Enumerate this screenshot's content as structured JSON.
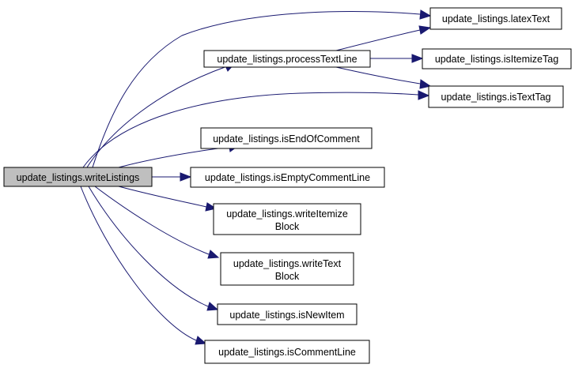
{
  "colors": {
    "edge": "#191970",
    "root_fill": "#bfbfbf",
    "node_fill": "#ffffff",
    "node_border": "#000000"
  },
  "nodes": {
    "writeListings": [
      "update_listings.writeListings"
    ],
    "processTextLine": [
      "update_listings.processTextLine"
    ],
    "latexText": [
      "update_listings.latexText"
    ],
    "isItemizeTag": [
      "update_listings.isItemizeTag"
    ],
    "isTextTag": [
      "update_listings.isTextTag"
    ],
    "isEndOfComment": [
      "update_listings.isEndOfComment"
    ],
    "isEmptyCommentLine": [
      "update_listings.isEmptyCommentLine"
    ],
    "writeItemizeBlock": [
      "update_listings.writeItemize",
      "Block"
    ],
    "writeTextBlock": [
      "update_listings.writeText",
      "Block"
    ],
    "isNewItem": [
      "update_listings.isNewItem"
    ],
    "isCommentLine": [
      "update_listings.isCommentLine"
    ]
  },
  "edges": [
    {
      "from": "writeListings",
      "to": "latexText"
    },
    {
      "from": "writeListings",
      "to": "processTextLine"
    },
    {
      "from": "writeListings",
      "to": "isTextTag"
    },
    {
      "from": "writeListings",
      "to": "isEndOfComment"
    },
    {
      "from": "writeListings",
      "to": "isEmptyCommentLine"
    },
    {
      "from": "writeListings",
      "to": "writeItemizeBlock"
    },
    {
      "from": "writeListings",
      "to": "writeTextBlock"
    },
    {
      "from": "writeListings",
      "to": "isNewItem"
    },
    {
      "from": "writeListings",
      "to": "isCommentLine"
    },
    {
      "from": "processTextLine",
      "to": "latexText"
    },
    {
      "from": "processTextLine",
      "to": "isItemizeTag"
    },
    {
      "from": "processTextLine",
      "to": "isTextTag"
    }
  ]
}
